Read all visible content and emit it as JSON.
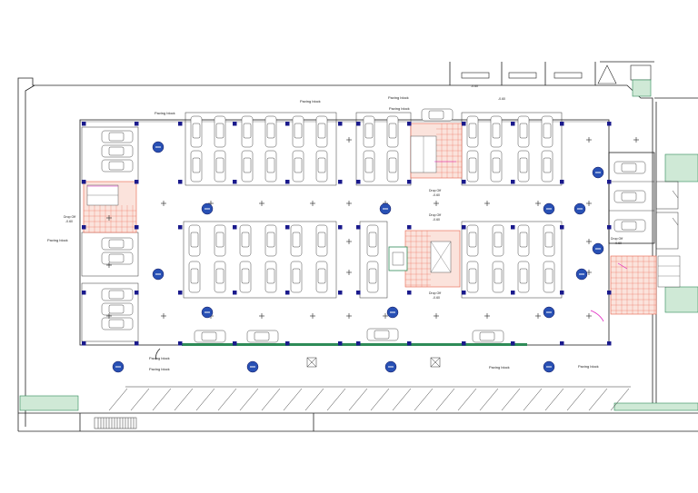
{
  "labels": {
    "paving_block": "Paving block",
    "drop_off": "Drop Off",
    "level": "-0.60"
  },
  "colors": {
    "line": "#222222",
    "column": "#1a1a8c",
    "stair_fill": "#fbe3dc",
    "stair_grid": "#e8604a",
    "green_hatch": "#2e8b57",
    "magenta": "#e020c0",
    "sign_blue": "#2850b4"
  },
  "symbols": {
    "car": "car-outline",
    "column": "column-square",
    "light": "light-point",
    "sign": "direction-sign"
  }
}
